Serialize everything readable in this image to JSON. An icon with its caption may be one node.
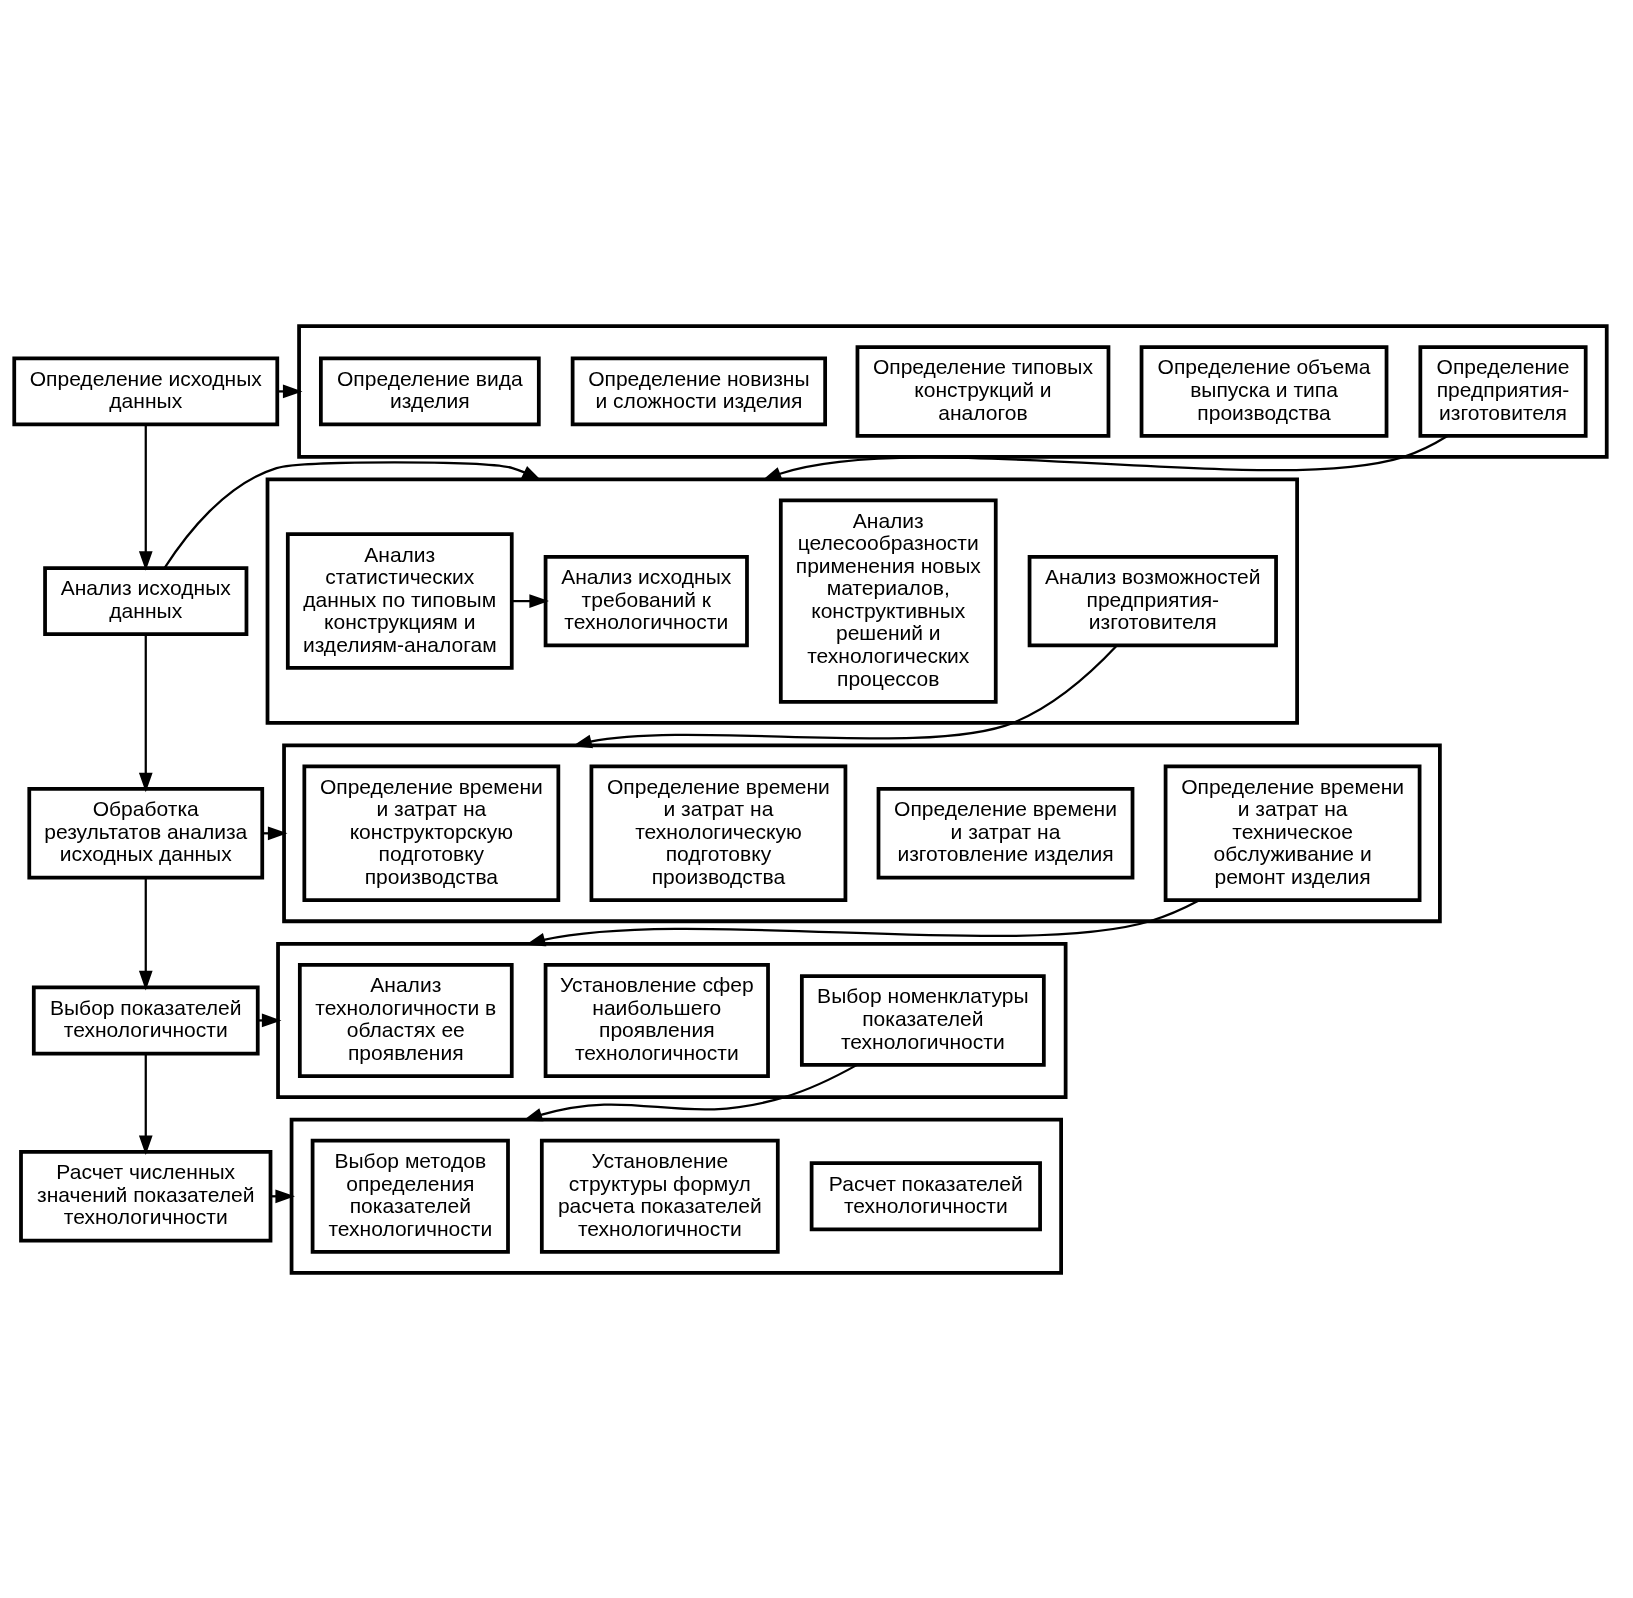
{
  "diagram": {
    "nodes": [
      {
        "text": [
          "Определение исходных данных"
        ]
      },
      {
        "text": [],
        "shape": "box"
      },
      {
        "text": [
          "Определение вида изделия"
        ],
        "in": 1
      },
      {
        "text": [
          "Определение новизны и сложности изделия"
        ],
        "in": 1
      },
      {
        "text": [
          "Определение типовых конструкций и аналогов"
        ],
        "in": 1
      },
      {
        "text": [
          "Определение объема выпуска и типа производства"
        ],
        "in": 1
      },
      {
        "text": [
          "Определение предприятия-изготовителя"
        ],
        "in": 1
      },
      {
        "text": [
          "Анализ исходных данных"
        ]
      },
      {
        "text": [],
        "shape": "box"
      },
      {
        "text": [
          "Анализ исходных требований к технологичности"
        ],
        "in": 8
      },
      {
        "text": [
          "Анализ статистических данных по типовым конструкциям и изделиям-аналогам"
        ],
        "in": 8
      },
      {
        "text": [
          "Анализ целесообразности применения новых материалов, конструктивных решений и технологических процессов"
        ],
        "in": 8
      },
      {
        "text": [
          "Анализ возможностей предприятия-изготовителя"
        ],
        "in": 8
      },
      {
        "text": [
          "Обработка результатов анализа исходных данных"
        ]
      },
      {
        "text": [],
        "shape": "box"
      },
      {
        "text": [
          "Определение времени и затрат на конструкторскую подготовку производства"
        ],
        "in": 14
      },
      {
        "text": [
          "Определение времени и затрат на технологическую подготовку производства"
        ],
        "in": 14
      },
      {
        "text": [
          "Определение времени и затрат на изготовление изделия"
        ],
        "in": 14
      },
      {
        "text": [
          "Определение времени и затрат на техническое обслуживание и ремонт изделия"
        ],
        "in": 14
      },
      {
        "text": [
          "Выбор показателей технологичности"
        ]
      },
      {
        "text": [],
        "shape": "box"
      },
      {
        "text": [
          "Анализ технологичности в областях ее проявления"
        ],
        "in": 20
      },
      {
        "text": [
          "Установление сфер наибольшего проявления технологичности"
        ],
        "in": 20
      },
      {
        "text": [
          "Выбор номенклатуры показателей технологичности"
        ],
        "in": 20
      },
      {
        "text": [
          "Расчет численных значений показателей технологичности"
        ]
      },
      {
        "text": [],
        "shape": "box"
      },
      {
        "text": [
          "Выбор методов определения показателей технологичности"
        ],
        "in": 25
      },
      {
        "text": [
          "Установление структуры формул расчета показателей технологичности"
        ],
        "in": 25
      },
      {
        "text": [
          "Расчет показателей технологичности"
        ],
        "in": 25
      }
    ],
    "edges": [
      {
        "from": 0,
        "to": 7,
        "arrow": "to"
      },
      {
        "from": 7,
        "to": 13,
        "arrow": "to"
      },
      {
        "from": 13,
        "to": 19,
        "arrow": "to"
      },
      {
        "from": 19,
        "to": 24,
        "arrow": "to"
      },
      {
        "from": 0,
        "to": 1,
        "arrow": "to"
      },
      {
        "from": 7,
        "to": 8,
        "arrow": "to"
      },
      {
        "from": 13,
        "to": 14,
        "arrow": "to"
      },
      {
        "from": 19,
        "to": 20,
        "arrow": "to"
      },
      {
        "from": 24,
        "to": 25,
        "arrow": "to"
      },
      {
        "from": 6,
        "to": 8,
        "arrow": "to"
      },
      {
        "from": 10,
        "to": 9,
        "arrow": "to"
      },
      {
        "from": 12,
        "to": 14,
        "arrow": "to"
      },
      {
        "from": 18,
        "to": 20,
        "arrow": "to"
      },
      {
        "from": 23,
        "to": 25,
        "arrow": "to"
      }
    ]
  }
}
